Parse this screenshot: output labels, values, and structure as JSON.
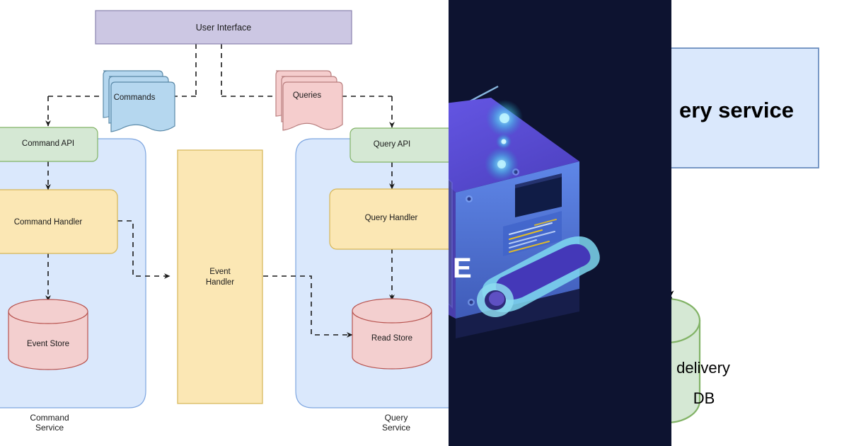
{
  "panels": {
    "cqrs": {
      "name": "CQRS architecture diagram",
      "nodes": {
        "user_interface": "User Interface",
        "commands": "Commands",
        "queries": "Queries",
        "command_api": "Command API",
        "query_api": "Query API",
        "command_handler": "Command Handler",
        "query_handler": "Query Handler",
        "event_handler_line1": "Event",
        "event_handler_line2": "Handler",
        "event_store": "Event Store",
        "read_store": "Read Store",
        "command_service_line1": "Command",
        "command_service_line2": "Service",
        "query_service_line1": "Query",
        "query_service_line2": "Service"
      },
      "colors": {
        "ui_fill": "#ccc7e3",
        "ui_stroke": "#8a83ae",
        "commands_fill": "#b5d7ef",
        "commands_stroke": "#5a89a8",
        "queries_fill": "#f5cdcd",
        "queries_stroke": "#b97f7f",
        "api_fill": "#d5e8d4",
        "api_stroke": "#82b366",
        "handler_fill": "#fbe7b4",
        "handler_stroke": "#d6b656",
        "store_fill": "#f3cfcf",
        "store_stroke": "#b85450",
        "service_fill": "#dae8fc",
        "service_stroke": "#7ea6e0",
        "edge": "#1a1a1a"
      }
    },
    "illustration": {
      "name": "isometric server illustration",
      "background": "#0d1330",
      "partial_text": "E",
      "colors": {
        "body_top": "#5b4fd6",
        "body_front": "#4f72d6",
        "body_side": "#3c3192",
        "accent_cyan": "#6fd4f5",
        "accent_yellow": "#f0c419",
        "glow": "#74e4f7"
      }
    },
    "delivery": {
      "name": "delivery service fragment",
      "service_box_text": "ery service",
      "db_line1": "delivery",
      "db_line2": "DB",
      "colors": {
        "box_fill": "#dae8fc",
        "box_stroke": "#6c8ebf",
        "db_fill": "#d5e8d4",
        "db_stroke": "#82b366",
        "arrow": "#000000"
      }
    }
  }
}
